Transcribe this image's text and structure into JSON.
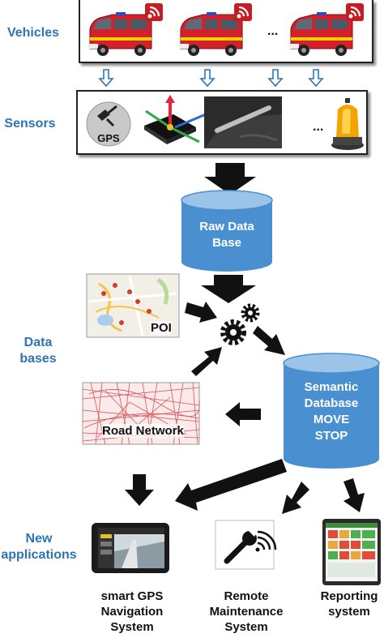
{
  "labels": {
    "vehicles": "Vehicles",
    "sensors": "Sensors",
    "databases_line1": "Data",
    "databases_line2": "bases",
    "new_apps_line1": "New",
    "new_apps_line2": "applications"
  },
  "vehicles_row": {
    "ellipsis": "..."
  },
  "sensors_row": {
    "gps_text": "GPS",
    "ellipsis": "..."
  },
  "raw_db": {
    "line1": "Raw Data",
    "line2": "Base"
  },
  "semantic_db": {
    "line1": "Semantic",
    "line2": "Database",
    "line3": "MOVE",
    "line4": "STOP"
  },
  "poi_map": {
    "label": "POI"
  },
  "road_map": {
    "label": "Road Network"
  },
  "apps": [
    {
      "line1": "smart GPS",
      "line2": "Navigation",
      "line3": "System"
    },
    {
      "line1": "Remote",
      "line2": "Maintenance",
      "line3": "System"
    },
    {
      "line1": "Reporting",
      "line2": "system"
    }
  ],
  "colors": {
    "label_blue": "#2e74b5",
    "cylinder_blue": "#4a8fd0",
    "van_red": "#d3202a",
    "arrow_black": "#111111"
  }
}
